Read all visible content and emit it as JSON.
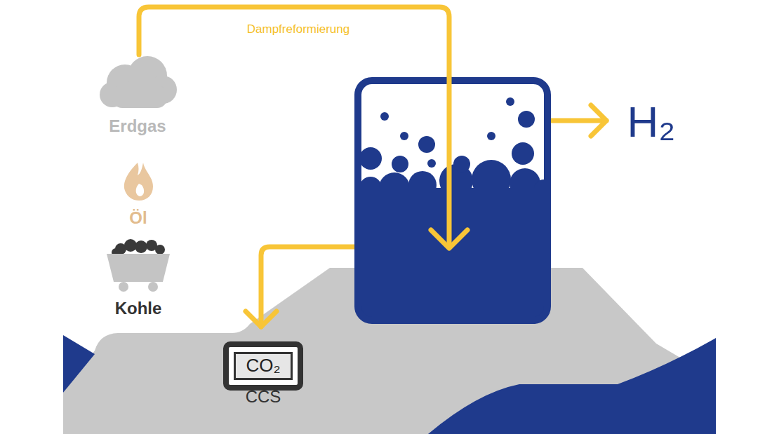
{
  "diagram": {
    "nodes": [
      {
        "text": [
          "CO₂",
          "CCS"
        ]
      }
    ],
    "labels": [
      "Dampfreformierung",
      "Erdgas",
      "Öl",
      "Kohle",
      "H₂"
    ]
  }
}
